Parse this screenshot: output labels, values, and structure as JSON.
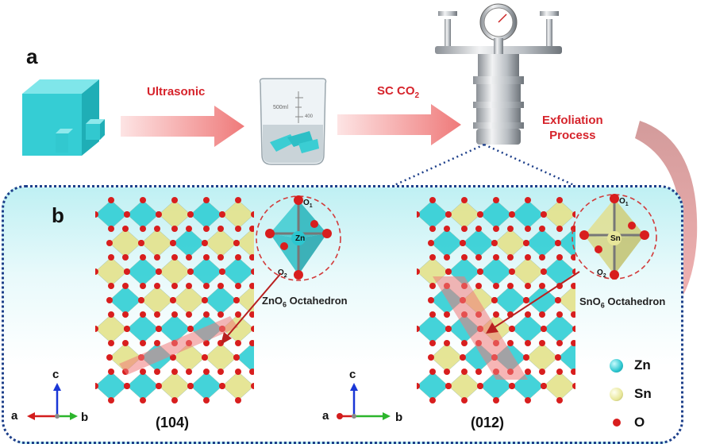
{
  "panels": {
    "a": "a",
    "b": "b"
  },
  "steps": {
    "ultrasonic": "Ultrasonic",
    "sc": "SC CO",
    "sc_sub": "2",
    "exfoliation_1": "Exfoliation",
    "exfoliation_2": "Process"
  },
  "beaker": {
    "mark": "500ml",
    "mark2": "400"
  },
  "structures": [
    {
      "plane": "(104)",
      "center_atom": "Zn",
      "o_top": "O",
      "o_top_sub": "1",
      "o_bottom": "O",
      "o_bottom_sub": "2",
      "caption_pre": "ZnO",
      "caption_sub": "6",
      "caption_post": " Octahedron"
    },
    {
      "plane": "(012)",
      "center_atom": "Sn",
      "o_top": "O",
      "o_top_sub": "1",
      "o_bottom": "O",
      "o_bottom_sub": "2",
      "caption_pre": "SnO",
      "caption_sub": "6",
      "caption_post": " Octahedron"
    }
  ],
  "axes": {
    "c": "c",
    "a": "a",
    "b": "b"
  },
  "legend": [
    {
      "label": "Zn",
      "color": "#2cc6cf"
    },
    {
      "label": "Sn",
      "color": "#e8e79a"
    },
    {
      "label": "O",
      "color": "#d81e1e"
    }
  ],
  "colors": {
    "cyan": "#35d0d6",
    "yellow": "#e4e38e",
    "red": "#d81e1e",
    "arrow": "#f08c8c",
    "dotted": "#1d3f8a"
  }
}
